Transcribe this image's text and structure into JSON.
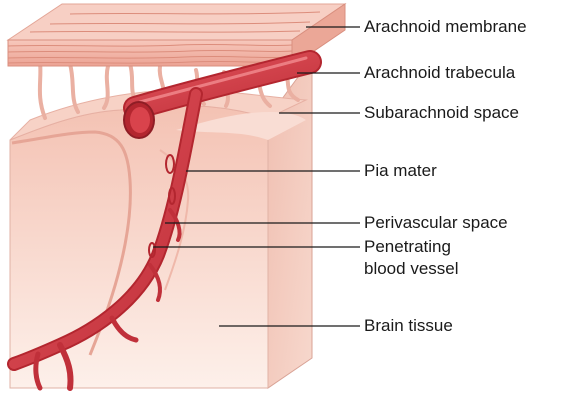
{
  "labels": {
    "arachnoid_membrane": "Arachnoid membrane",
    "arachnoid_trabecula": "Arachnoid trabecula",
    "subarachnoid_space": "Subarachnoid space",
    "pia_mater": "Pia mater",
    "perivascular_space": "Perivascular space",
    "penetrating_line1": "Penetrating",
    "penetrating_line2": "blood vessel",
    "brain_tissue": "Brain tissue"
  },
  "colors": {
    "membrane": "#f2b4a8",
    "vessel": "#d9434c",
    "vessel_dark": "#b3262f",
    "tissue": "#fbe3d8",
    "tissue_side": "#f2c5b8",
    "leader": "#1a1a1a"
  }
}
